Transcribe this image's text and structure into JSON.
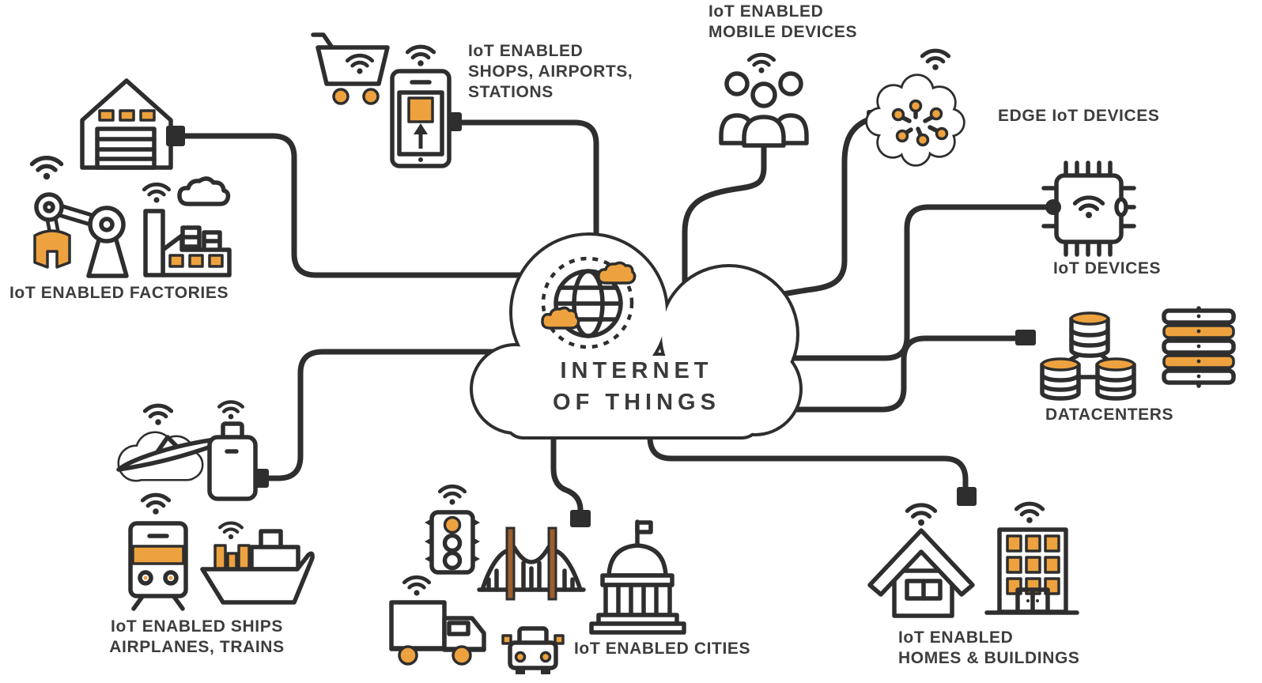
{
  "title": {
    "line1": "INTERNET",
    "line2": "OF THINGS"
  },
  "colors": {
    "stroke": "#2e2e2e",
    "accent": "#eda23f",
    "text": "#3d3d3d",
    "bridge": "#9c5f2e",
    "background": "#ffffff"
  },
  "center": {
    "icon": "globe-cloud-icon"
  },
  "nodes": [
    {
      "id": "factories",
      "label": "IoT ENABLED FACTORIES",
      "icons": [
        "warehouse-icon",
        "robot-arm-icon",
        "factory-icon",
        "wifi-icon"
      ]
    },
    {
      "id": "shops",
      "label": "IoT ENABLED\nSHOPS, AIRPORTS,\nSTATIONS",
      "icons": [
        "shopping-cart-icon",
        "smartphone-icon",
        "wifi-icon"
      ]
    },
    {
      "id": "mobile",
      "label": "IoT ENABLED\nMOBILE DEVICES",
      "icons": [
        "people-group-icon",
        "wifi-icon"
      ]
    },
    {
      "id": "edge",
      "label": "EDGE IoT DEVICES",
      "icons": [
        "brain-icon",
        "wifi-icon"
      ]
    },
    {
      "id": "devices",
      "label": "IoT DEVICES",
      "icons": [
        "microchip-icon",
        "wifi-icon"
      ]
    },
    {
      "id": "datacenters",
      "label": "DATACENTERS",
      "icons": [
        "database-cluster-icon",
        "server-rack-icon"
      ]
    },
    {
      "id": "homes",
      "label": "IoT ENABLED\nHOMES & BUILDINGS",
      "icons": [
        "house-icon",
        "building-icon",
        "wifi-icon"
      ]
    },
    {
      "id": "cities",
      "label": "IoT ENABLED CITIES",
      "icons": [
        "traffic-light-icon",
        "bridge-icon",
        "capitol-icon",
        "truck-icon",
        "car-icon",
        "wifi-icon"
      ]
    },
    {
      "id": "ships",
      "label": "IoT ENABLED SHIPS\nAIRPLANES, TRAINS",
      "icons": [
        "airplane-icon",
        "suitcase-icon",
        "train-icon",
        "cargo-ship-icon",
        "wifi-icon"
      ]
    }
  ],
  "connections": [
    {
      "from": "internet-of-things-cloud",
      "to": "factories"
    },
    {
      "from": "internet-of-things-cloud",
      "to": "shops"
    },
    {
      "from": "internet-of-things-cloud",
      "to": "mobile"
    },
    {
      "from": "internet-of-things-cloud",
      "to": "edge"
    },
    {
      "from": "internet-of-things-cloud",
      "to": "devices"
    },
    {
      "from": "internet-of-things-cloud",
      "to": "datacenters"
    },
    {
      "from": "internet-of-things-cloud",
      "to": "homes"
    },
    {
      "from": "internet-of-things-cloud",
      "to": "cities"
    },
    {
      "from": "internet-of-things-cloud",
      "to": "ships"
    }
  ]
}
